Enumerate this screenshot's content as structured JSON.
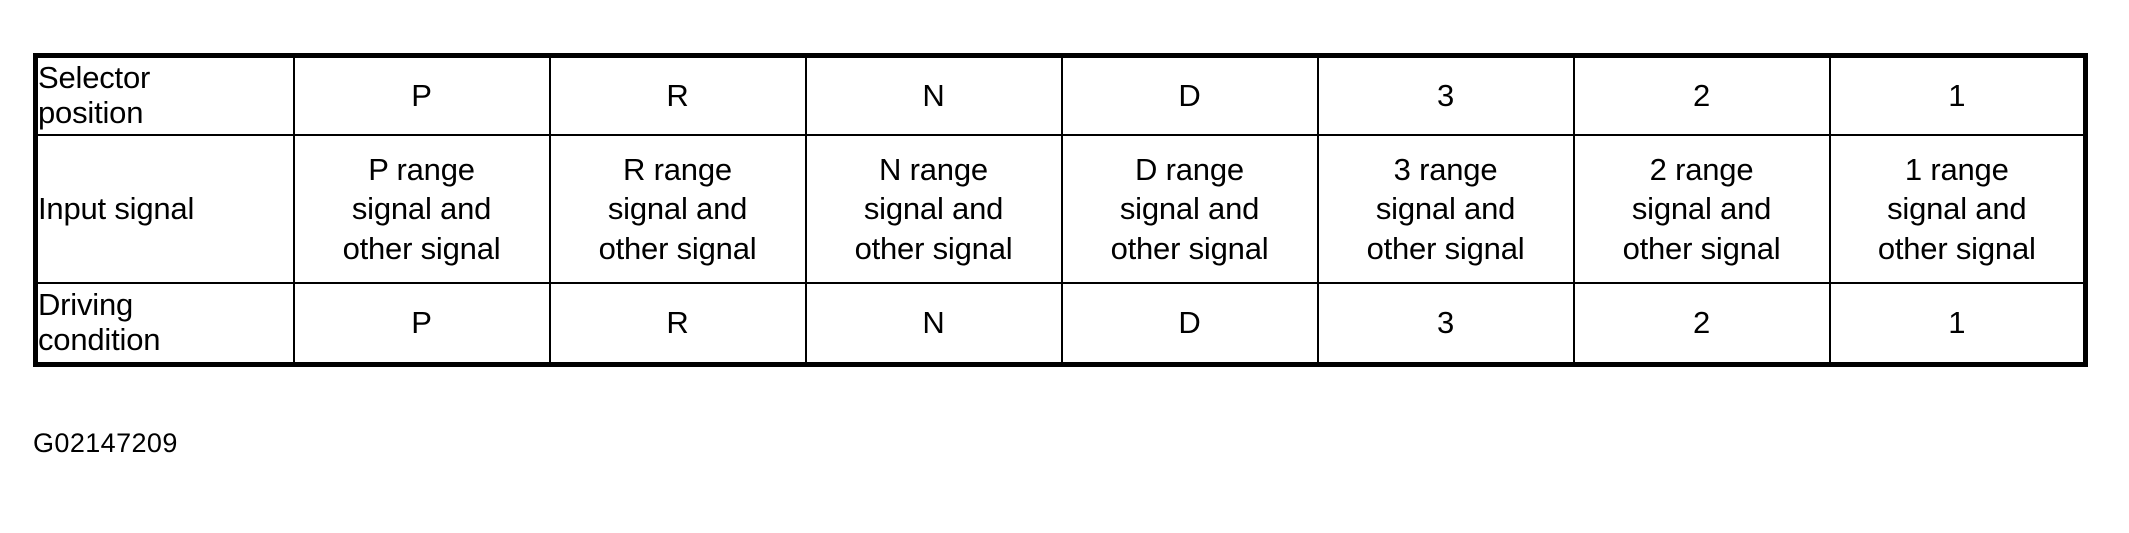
{
  "document": {
    "caption": "G02147209",
    "ink_color": "#000000",
    "paper_color": "#ffffff"
  },
  "table": {
    "row_labels": [
      "Selector\nposition",
      "Input signal",
      "Driving\ncondition"
    ],
    "columns": [
      "P",
      "R",
      "N",
      "D",
      "3",
      "2",
      "1"
    ],
    "rows": [
      {
        "label": "Selector\nposition",
        "cells": [
          "P",
          "R",
          "N",
          "D",
          "3",
          "2",
          "1"
        ]
      },
      {
        "label": "Input signal",
        "cells": [
          "P range\nsignal and\nother signal",
          "R range\nsignal and\nother signal",
          "N range\nsignal and\nother signal",
          "D range\nsignal and\nother signal",
          "3 range\nsignal and\nother signal",
          "2 range\nsignal and\nother signal",
          "1 range\nsignal and\nother signal"
        ]
      },
      {
        "label": "Driving\ncondition",
        "cells": [
          "P",
          "R",
          "N",
          "D",
          "3",
          "2",
          "1"
        ]
      }
    ]
  }
}
